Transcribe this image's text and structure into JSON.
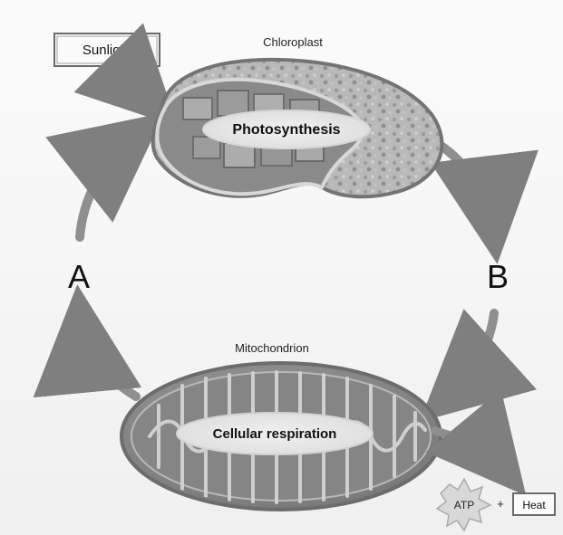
{
  "labels": {
    "sunlight": "Sunlight",
    "chloroplast": "Chloroplast",
    "photosynthesis": "Photosynthesis",
    "mitochondrion": "Mitochondrion",
    "cellular_respiration": "Cellular respiration",
    "atp": "ATP",
    "plus": "+",
    "heat": "Heat",
    "a": "A",
    "b": "B"
  },
  "colors": {
    "background": "#f4f4f4",
    "outline": "#6a6a6a",
    "arrow": "#8f8f8f",
    "arrow_dark": "#707070",
    "organelle_dark": "#747474",
    "organelle_mid": "#9a9a9a",
    "organelle_light": "#d7d7d7",
    "label_fill": "#e9e9e9",
    "box_fill": "#fbfbfb",
    "text": "#111111"
  }
}
